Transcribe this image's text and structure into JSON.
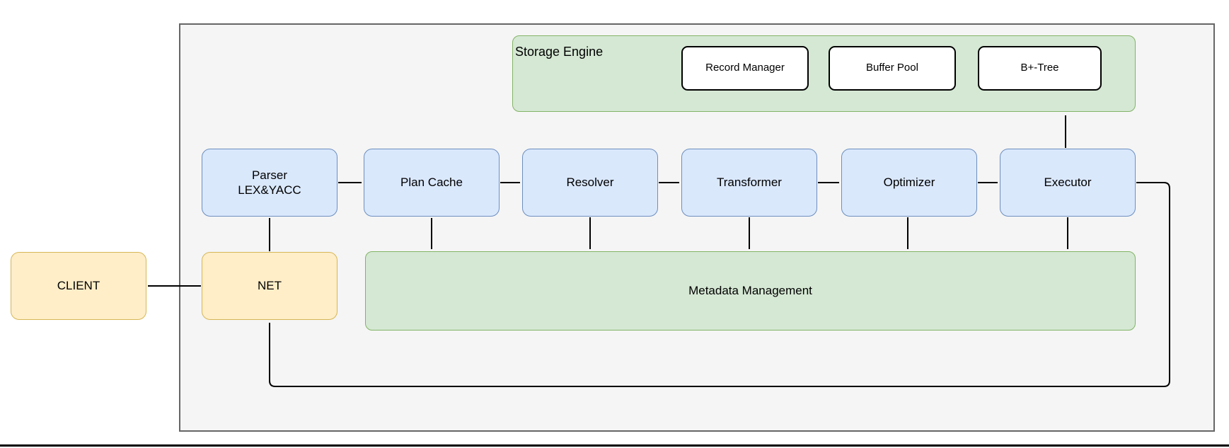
{
  "diagram": {
    "kind": "database-architecture-flow-diagram",
    "colors": {
      "yellow_fill": "#ffeec8",
      "yellow_border": "#d6b656",
      "blue_fill": "#dae8fc",
      "blue_border": "#6c8ebf",
      "green_fill": "#d5e8d4",
      "green_border": "#82b366",
      "container_fill": "#f5f5f5",
      "container_border": "#666666",
      "edge_color": "#000000",
      "node_text": "#000000",
      "white_fill": "#ffffff",
      "white_border": "#000000"
    },
    "nodes": {
      "client": {
        "label": "CLIENT"
      },
      "net": {
        "label": "NET"
      },
      "parser": {
        "label": "Parser\nLEX&YACC"
      },
      "plan_cache": {
        "label": "Plan Cache"
      },
      "resolver": {
        "label": "Resolver"
      },
      "transformer": {
        "label": "Transformer"
      },
      "optimizer": {
        "label": "Optimizer"
      },
      "executor": {
        "label": "Executor"
      },
      "storage_engine": {
        "label": "Storage Engine"
      },
      "record_manager": {
        "label": "Record Manager"
      },
      "buffer_pool": {
        "label": "Buffer Pool"
      },
      "bptree": {
        "label": "B+-Tree"
      },
      "metadata": {
        "label": "Metadata Management"
      }
    },
    "edges": [
      {
        "from": "CLIENT",
        "to": "NET",
        "type": "bidirectional"
      },
      {
        "from": "NET",
        "to": "Parser LEX&YACC",
        "type": "arrow"
      },
      {
        "from": "Parser LEX&YACC",
        "to": "Plan Cache",
        "type": "arrow"
      },
      {
        "from": "Plan Cache",
        "to": "Resolver",
        "type": "arrow"
      },
      {
        "from": "Resolver",
        "to": "Transformer",
        "type": "arrow"
      },
      {
        "from": "Transformer",
        "to": "Optimizer",
        "type": "arrow"
      },
      {
        "from": "Optimizer",
        "to": "Executor",
        "type": "arrow"
      },
      {
        "from": "Plan Cache",
        "to": "Metadata Management",
        "type": "bidirectional"
      },
      {
        "from": "Resolver",
        "to": "Metadata Management",
        "type": "arrow"
      },
      {
        "from": "Transformer",
        "to": "Metadata Management",
        "type": "arrow"
      },
      {
        "from": "Optimizer",
        "to": "Metadata Management",
        "type": "arrow"
      },
      {
        "from": "Executor",
        "to": "Metadata Management",
        "type": "arrow"
      },
      {
        "from": "Executor",
        "to": "Storage Engine",
        "type": "arrow"
      },
      {
        "from": "Executor",
        "to": "NET",
        "type": "arrow",
        "route": "feedback-loop"
      }
    ]
  }
}
